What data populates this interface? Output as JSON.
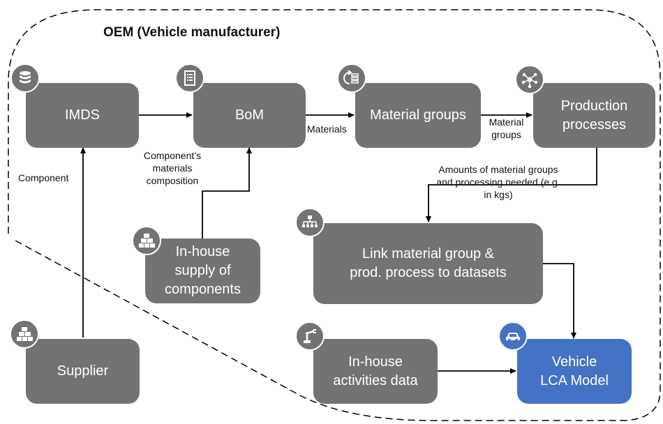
{
  "boundary": {
    "title": "OEM (Vehicle manufacturer)"
  },
  "nodes": {
    "imds": "IMDS",
    "bom": "BoM",
    "material_groups": "Material groups",
    "production_processes": "Production processes",
    "in_house_supply": "In-house supply of components",
    "link_datasets": "Link material group & prod. process to datasets",
    "supplier": "Supplier",
    "in_house_activities": "In-house activities data",
    "vehicle_lca": "Vehicle LCA Model"
  },
  "edge_labels": {
    "component": "Component",
    "components_materials": "Component’s materials composition",
    "materials": "Materials",
    "material_groups": "Material groups",
    "amounts": "Amounts of material groups and processing needed (e.g. in kgs)"
  },
  "icons": {
    "imds": "database-icon",
    "bom": "list-document-icon",
    "material_groups": "refresh-list-icon",
    "production_processes": "network-hub-icon",
    "in_house_supply": "boxes-stack-icon",
    "link_datasets": "hierarchy-icon",
    "supplier": "boxes-stack-icon",
    "in_house_activities": "robot-arm-icon",
    "vehicle_lca": "car-icon"
  },
  "colors": {
    "node": "#737373",
    "highlight": "#4472c4",
    "line": "#000000"
  }
}
